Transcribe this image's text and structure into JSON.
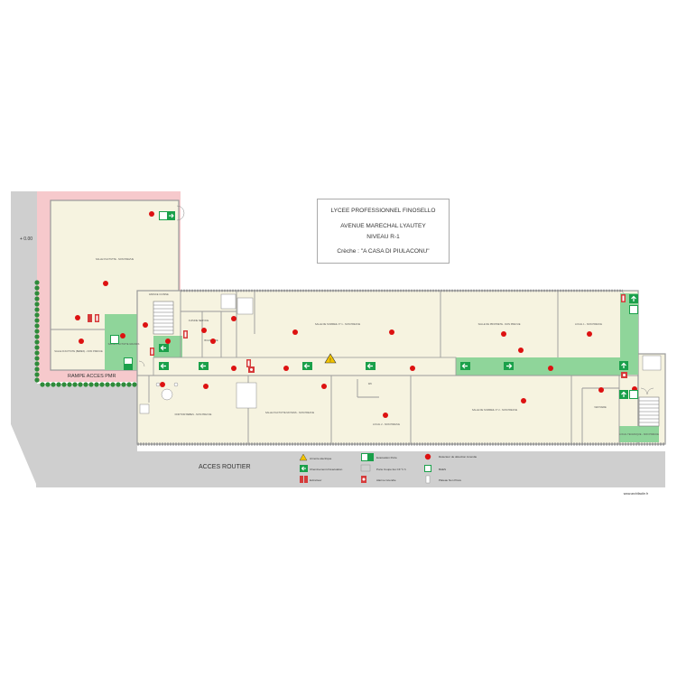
{
  "title": {
    "line1": "LYCEE PROFESSIONNEL FINOSELLO",
    "line2": "AVENUE MARECHAL LYAUTEY",
    "line3": "NIVEAU R-1",
    "line4": "Crèche : \"A CASA DI PIULACONU\""
  },
  "labels": {
    "level": "+ 0.00",
    "ramp": "RAMPE ACCES PMR",
    "road": "ACCES ROUTIER",
    "watermark": "www.archifacile.fr"
  },
  "legend": [
    {
      "icon": "warning-icon",
      "text": "Armoire électrique"
    },
    {
      "icon": "exit-arrow-left-icon",
      "text": "Cheminement d'évacuation"
    },
    {
      "icon": "extinguisher-icon",
      "text": "Extincteur"
    },
    {
      "icon": "emergency-exit-icon",
      "text": "Evacuation Porte"
    },
    {
      "icon": "fire-door-icon",
      "text": "Porte Coupe feu CF ½ h"
    },
    {
      "icon": "fire-alarm-icon",
      "text": "Alarme incendie"
    },
    {
      "icon": "smoke-detector-icon",
      "text": "Détecteur de détection incendie"
    },
    {
      "icon": "baes-icon",
      "text": "BAES"
    },
    {
      "icon": "plateau-icon",
      "text": "Plateau Non Prévu"
    }
  ],
  "rooms": [
    {
      "id": "r1",
      "label": "SALLE D'ACTIVITE - NON PREVUE"
    },
    {
      "id": "r2",
      "label": "SALLE D'ACTIVITE (BEBES) - NON PREVUE"
    },
    {
      "id": "r3",
      "label": "ESPACE CUISINE"
    },
    {
      "id": "r4",
      "label": "BUANDERIE"
    },
    {
      "id": "r5",
      "label": "CUISINE SERVICE"
    },
    {
      "id": "r6",
      "label": "SALLE DE SOMMEIL N° 1 - NON PREVUE"
    },
    {
      "id": "r7",
      "label": "SALLE DE PROPRETE - NON PREVUE"
    },
    {
      "id": "r8",
      "label": "LOCAL 1 - NON PREVUE"
    },
    {
      "id": "r9",
      "label": "DORTOIR BEBES - NON PREVUE"
    },
    {
      "id": "r10",
      "label": "SALLE D'ACTIVITE MOYENS - NON PREVUE"
    },
    {
      "id": "r11",
      "label": "SALLE D'ACTIVITE GRANDS"
    },
    {
      "id": "r12",
      "label": "SALLE DE SOMMEIL N° 2 - NON PREVUE"
    },
    {
      "id": "r13",
      "label": "LOCAL 2 - NON PREVUE"
    },
    {
      "id": "r14",
      "label": "LOCAL TECHNIQUE - NON PREVUE"
    },
    {
      "id": "r15",
      "label": "WC"
    },
    {
      "id": "r16",
      "label": "VESTIAIRE"
    }
  ],
  "colors": {
    "wall": "#9a9a9a",
    "floor": "#f6f3e0",
    "green": "#8fd59a",
    "ramp": "#f6c9cc",
    "road": "#cfcfcf",
    "hedge": "#2e8b3a",
    "detector": "#dd1111",
    "exit_green": "#1aa04a",
    "fire_red": "#d63a3a"
  }
}
